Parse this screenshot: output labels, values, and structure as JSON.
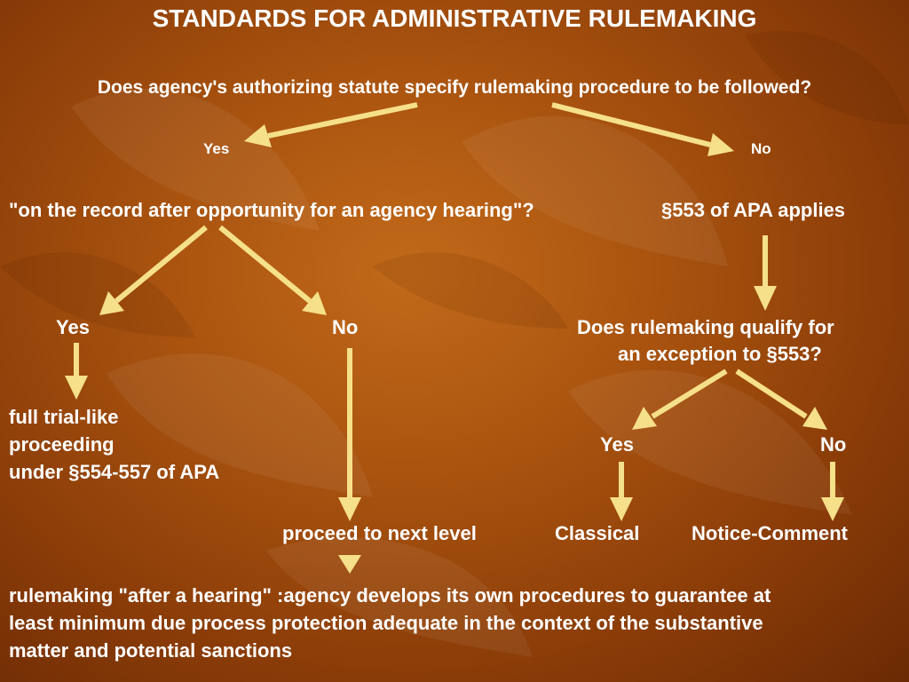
{
  "title": "STANDARDS FOR ADMINISTRATIVE RULEMAKING",
  "question1": "Does agency's authorizing statute specify rulemaking procedure to be followed?",
  "branch1_yes": "Yes",
  "branch1_no": "No",
  "question2": "\"on the record after opportunity for an agency hearing\"?",
  "apa553": "§553 of APA applies",
  "branch2_yes": "Yes",
  "branch2_no": "No",
  "question3_line1": "Does rulemaking qualify for",
  "question3_line2": "an exception to  §553?",
  "formal_line1": "full trial-like",
  "formal_line2": "proceeding",
  "formal_line3": "under  §554-557 of APA",
  "branch3_yes": "Yes",
  "branch3_no": "No",
  "proceed": "proceed to next level",
  "classical": "Classical",
  "notice_comment": "Notice-Comment",
  "bottom_line1": "rulemaking \"after a hearing\" :agency develops its own procedures to guarantee at",
  "bottom_line2": "least minimum due process protection adequate in the context of the substantive",
  "bottom_line3": "matter and potential sanctions",
  "colors": {
    "background": "#a9530f",
    "text": "#ffffff",
    "arrow": "#f6e08a"
  }
}
